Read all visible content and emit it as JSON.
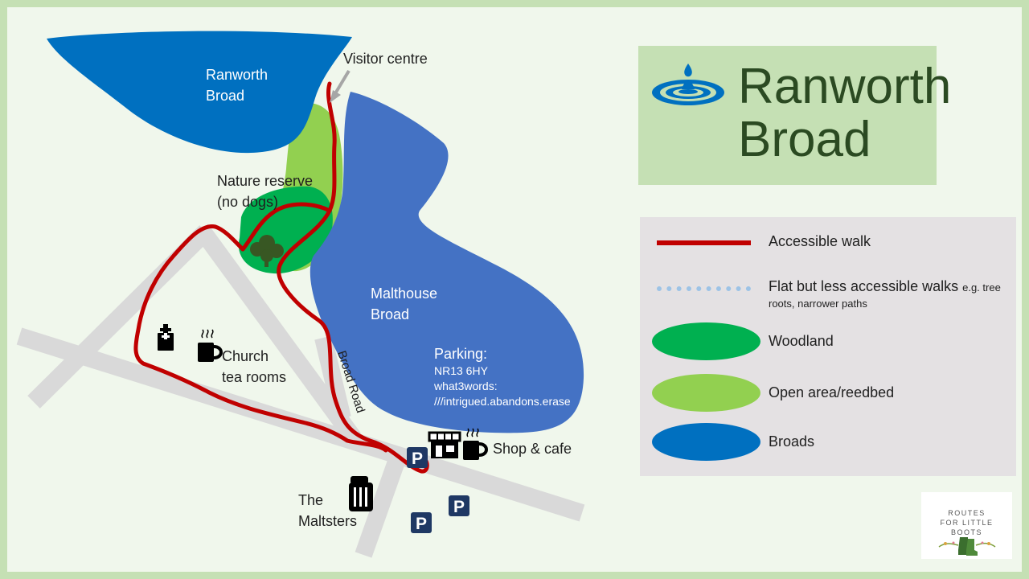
{
  "title": {
    "line1": "Ranworth",
    "line2": "Broad"
  },
  "map_labels": {
    "ranworth_broad": [
      "Ranworth",
      "Broad"
    ],
    "visitor_centre": "Visitor centre",
    "nature_reserve": [
      "Nature reserve",
      "(no dogs)"
    ],
    "malthouse_broad": [
      "Malthouse",
      "Broad"
    ],
    "church_tea_rooms": [
      "Church",
      "tea rooms"
    ],
    "broad_road": "Broad Road",
    "shop_cafe": "Shop & cafe",
    "the_maltsters": [
      "The",
      "Maltsters"
    ],
    "parking_heading": "Parking:",
    "parking_postcode": "NR13 6HY",
    "parking_w3w_label": "what3words:",
    "parking_w3w_value": "///intrigued.abandons.erase"
  },
  "legend": {
    "items": [
      {
        "label": "Accessible walk",
        "color": "#c00000"
      },
      {
        "label": "Flat but less accessible walks",
        "note_inline": "e.g. tree",
        "note": "roots, narrower paths",
        "color": "#9dc3e6"
      },
      {
        "label": "Woodland",
        "color": "#00b050"
      },
      {
        "label": "Open area/reedbed",
        "color": "#92d050"
      },
      {
        "label": "Broads",
        "color": "#0070c0"
      }
    ]
  },
  "logo": {
    "lines": [
      "ROUTES",
      "FOR LITTLE",
      "BOOTS"
    ]
  },
  "icons": [
    "ripple-icon",
    "church-icon",
    "coffee-cup-icon",
    "shop-icon",
    "pub-icon",
    "parking-icon",
    "tree-icon",
    "arrow-icon",
    "boots-icon"
  ],
  "colors": {
    "frame": "#c5e0b4",
    "background": "#f0f7ec",
    "road": "#d9d9d9",
    "broad_dark": "#0070c0",
    "broad_mid": "#4472c4",
    "route": "#c00000",
    "woodland": "#00b050",
    "reedbed": "#92d050"
  }
}
